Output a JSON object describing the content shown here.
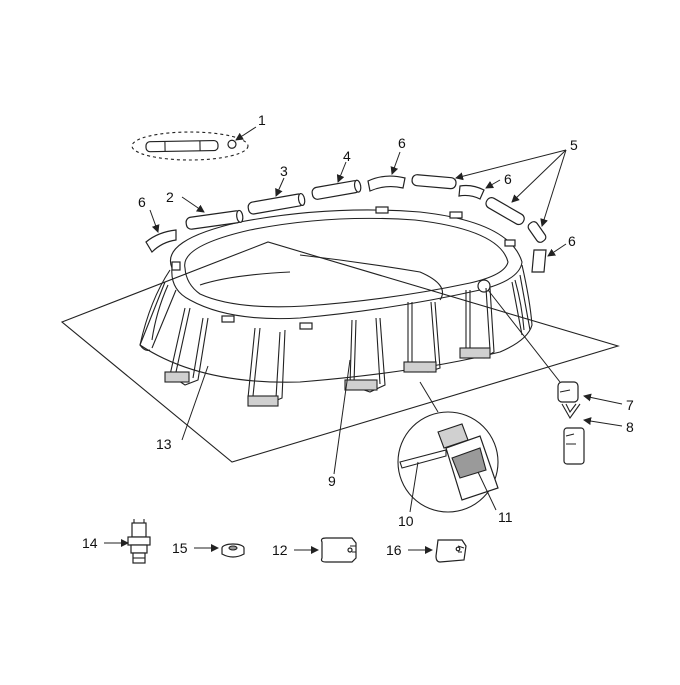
{
  "callouts": {
    "c1": "1",
    "c2": "2",
    "c3": "3",
    "c4": "4",
    "c5": "5",
    "c6a": "6",
    "c6b": "6",
    "c6c": "6",
    "c6d": "6",
    "c7": "7",
    "c8": "8",
    "c9": "9",
    "c10": "10",
    "c11": "11",
    "c12": "12",
    "c13": "13",
    "c14": "14",
    "c15": "15",
    "c16": "16"
  },
  "colors": {
    "line": "#222222",
    "shade": "#d0d0d0",
    "paper": "#ffffff"
  }
}
